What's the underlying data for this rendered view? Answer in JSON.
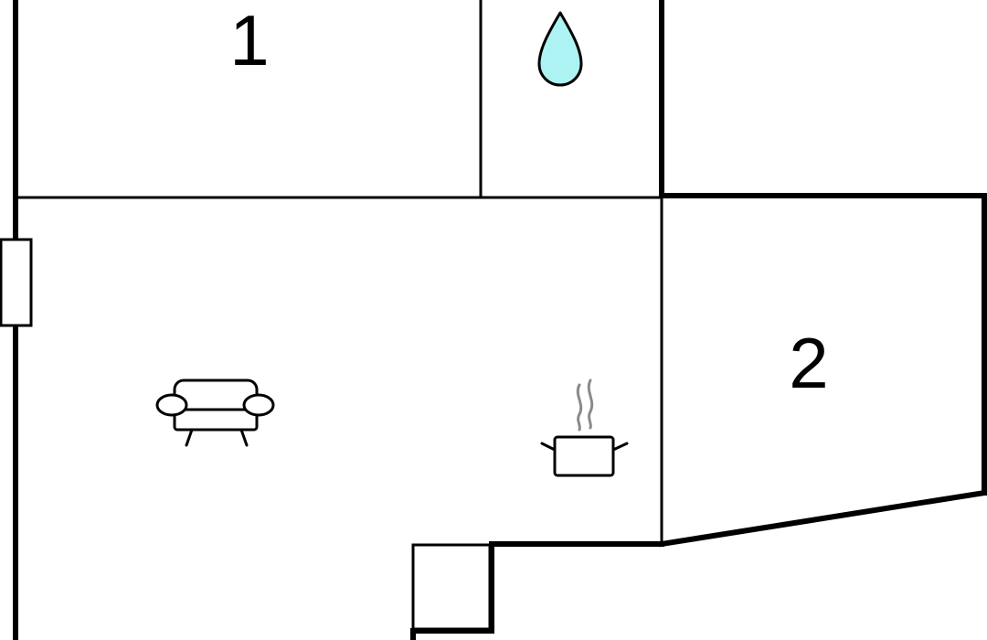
{
  "floorplan": {
    "rooms": [
      {
        "id": "room-1",
        "label": "1"
      },
      {
        "id": "room-2",
        "label": "2"
      }
    ],
    "icons": {
      "bathroom": "water-drop-icon",
      "living": "sofa-icon",
      "kitchen": "cooking-pot-icon"
    },
    "colors": {
      "wall": "#000000",
      "water": "#aef3f3",
      "steam": "#8a8a8a",
      "background": "#ffffff"
    }
  }
}
